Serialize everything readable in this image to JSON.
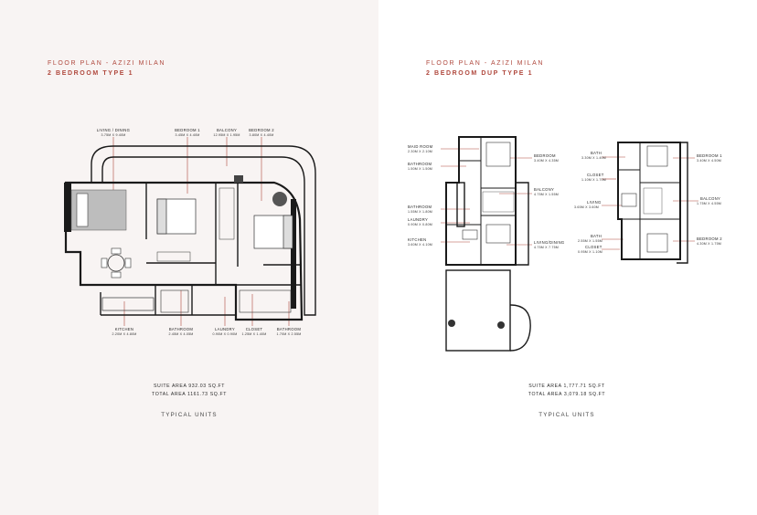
{
  "left": {
    "header_line1": "FLOOR PLAN - AZIZI MILAN",
    "header_line2": "2 BEDROOM TYPE 1",
    "suite_area": "SUITE AREA 932.03 SQ.FT",
    "total_area": "TOTAL AREA 1161.73 SQ.FT",
    "typical_units": "TYPICAL UNITS",
    "labels": {
      "living": "LIVING / DINING",
      "living_dim": "3.75M X 9.40M",
      "bed1": "BEDROOM 1",
      "bed1_dim": "3.45M X 4.40M",
      "balcony": "BALCONY",
      "balcony_dim": "12.95M X 1.95M",
      "bed2": "BEDROOM 2",
      "bed2_dim": "3.80M X 4.40M",
      "kitchen": "KITCHEN",
      "kitchen_dim": "2.20M X 4.80M",
      "bath1": "BATHROOM",
      "bath1_dim": "2.45M X 4.05M",
      "laundry": "LAUNDRY",
      "laundry_dim": "0.90M X 0.90M",
      "closet": "CLOSET",
      "closet_dim": "1.25M X 1.40M",
      "bath2": "BATHROOM",
      "bath2_dim": "1.70M X 2.55M"
    }
  },
  "right": {
    "header_line1": "FLOOR PLAN - AZIZI MILAN",
    "header_line2": "2 BEDROOM DUP TYPE 1",
    "suite_area": "SUITE AREA 1,777.71 SQ.FT",
    "total_area": "TOTAL AREA 3,079.18 SQ.FT",
    "typical_units": "TYPICAL UNITS",
    "labels": {
      "maid": "MAID ROOM",
      "maid_dim": "2.30M X 2.10M",
      "bath_a": "BATHROOM",
      "bath_a_dim": "1.50M X 1.50M",
      "bath_b": "BATHROOM",
      "bath_b_dim": "1.55M X 1.80M",
      "laundry": "LAUNDRY",
      "laundry_dim": "0.90M X 0.80M",
      "kitchen": "KITCHEN",
      "kitchen_dim": "3.60M X 4.10M",
      "bedroom": "BEDROOM",
      "bedroom_dim": "3.40M X 4.35M",
      "balcony": "BALCONY",
      "balcony_dim": "4.75M X 1.55M",
      "living": "LIVING/DINING",
      "living_dim": "4.75M X 7.75M",
      "bath_u": "BATH",
      "bath_u_dim": "3.30M X 1.40M",
      "closet_u": "CLOSET",
      "closet_u_dim": "1.10M X 1.70M",
      "living_u": "LIVING",
      "living_u_dim": "3.65M X 3.60M",
      "bath_u2": "BATH",
      "bath_u2_dim": "2.55M X 1.55M",
      "closet_u2": "CLOSET",
      "closet_u2_dim": "0.95M X 1.10M",
      "bed1_u": "BEDROOM 1",
      "bed1_u_dim": "3.40M X 4.50M",
      "balcony_u": "BALCONY",
      "balcony_u_dim": "1.75M X 4.55M",
      "bed2_u": "BEDROOM 2",
      "bed2_u_dim": "4.30M X 1.75M"
    }
  },
  "colors": {
    "accent": "#b0493e",
    "wall": "#1a1a1a",
    "bg_left": "#f8f4f3"
  }
}
